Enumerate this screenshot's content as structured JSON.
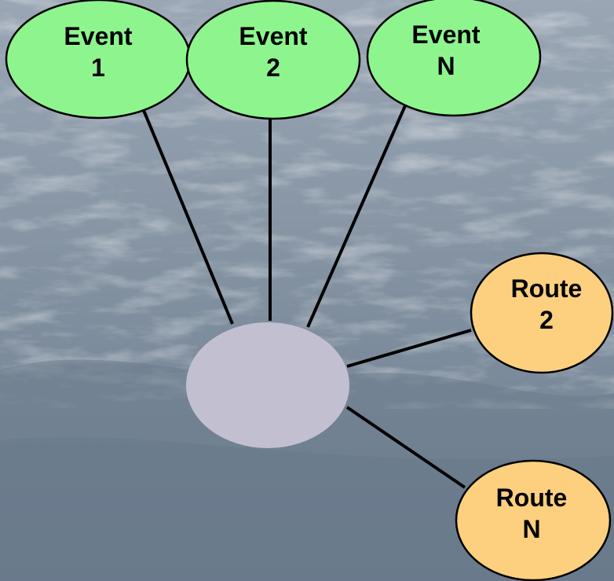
{
  "diagram": {
    "events": [
      {
        "line1": "Event",
        "line2": "1"
      },
      {
        "line1": "Event",
        "line2": "2"
      },
      {
        "line1": "Event",
        "line2": "N"
      }
    ],
    "routes": [
      {
        "line1": "Route",
        "line2": "2"
      },
      {
        "line1": "Route",
        "line2": "N"
      }
    ],
    "colors": {
      "event_fill": "#8ef58e",
      "route_fill": "#fcd07e",
      "hub_fill": "#c2c0d0",
      "outline": "#000000"
    }
  }
}
